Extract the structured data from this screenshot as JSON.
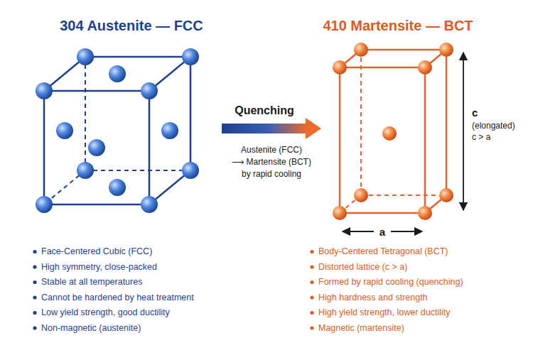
{
  "diagram": {
    "labels": [
      "304 Austenite — FCC",
      "410 Martensite — BCT",
      "Quenching",
      "Austenite (FCC)",
      "⟶ Martensite (BCT)",
      "by rapid cooling",
      "c",
      "(elongated)",
      "c > a",
      "a",
      "Face-Centered Cubic (FCC)",
      "High symmetry, close-packed",
      "Stable at all temperatures",
      "Cannot be hardened by heat treatment",
      "Low yield strength, good ductility",
      "Non-magnetic (austenite)",
      "Body-Centered Tetragonal (BCT)",
      "Distorted lattice (c > a)",
      "Formed by rapid cooling (quenching)",
      "High hardness and strength",
      "High yield strength, lower ductility",
      "Magnetic (martensite)"
    ]
  }
}
